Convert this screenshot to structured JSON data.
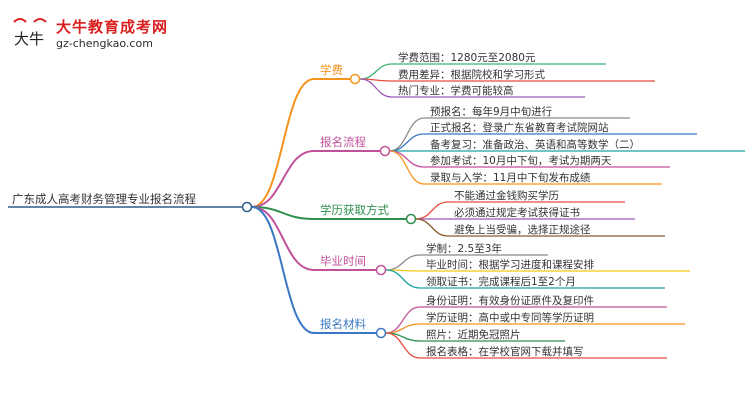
{
  "header": {
    "logo_text": "大牛",
    "brand_name": "大牛教育成考网",
    "brand_url": "gz-chengkao.com"
  },
  "mindmap": {
    "root": "广东成人高考财务管理专业报名流程",
    "branches": [
      {
        "label": "学费",
        "color": "#f5931e",
        "children": [
          {
            "text": "学费范围：1280元至2080元",
            "color": "#3cb371"
          },
          {
            "text": "费用差异：根据院校和学习形式",
            "color": "#e84c3d"
          },
          {
            "text": "热门专业：学费可能较高",
            "color": "#9b59b6"
          }
        ]
      },
      {
        "label": "报名流程",
        "color": "#c2519b",
        "children": [
          {
            "text": "预报名：每年9月中旬进行",
            "color": "#8a8a8a"
          },
          {
            "text": "正式报名：登录广东省教育考试院网站",
            "color": "#3a78c3"
          },
          {
            "text": "备考复习：准备政治、英语和高等数学（二）",
            "color": "#1aa3a3"
          },
          {
            "text": "参加考试：10月中下旬，考试为期两天",
            "color": "#c2519b"
          },
          {
            "text": "录取与入学：11月中下旬发布成绩",
            "color": "#f5931e"
          }
        ]
      },
      {
        "label": "学历获取方式",
        "color": "#2f8f4e",
        "children": [
          {
            "text": "不能通过金钱购买学历",
            "color": "#e84c3d"
          },
          {
            "text": "必须通过规定考试获得证书",
            "color": "#9b59b6"
          },
          {
            "text": "避免上当受骗，选择正规途径",
            "color": "#8b5a2b"
          }
        ]
      },
      {
        "label": "毕业时间",
        "color": "#c2519b",
        "children": [
          {
            "text": "学制：2.5至3年",
            "color": "#8a8a8a"
          },
          {
            "text": "毕业时间：根据学习进度和课程安排",
            "color": "#f5c518"
          },
          {
            "text": "领取证书：完成课程后1至2个月",
            "color": "#1aa3a3"
          }
        ]
      },
      {
        "label": "报名材料",
        "color": "#3a78c3",
        "children": [
          {
            "text": "身份证明：有效身份证原件及复印件",
            "color": "#c2519b"
          },
          {
            "text": "学历证明：高中或中专同等学历证明",
            "color": "#f5931e"
          },
          {
            "text": "照片：近期免冠照片",
            "color": "#2f8f4e"
          },
          {
            "text": "报名表格：在学校官网下载并填写",
            "color": "#e84c3d"
          }
        ]
      }
    ]
  }
}
